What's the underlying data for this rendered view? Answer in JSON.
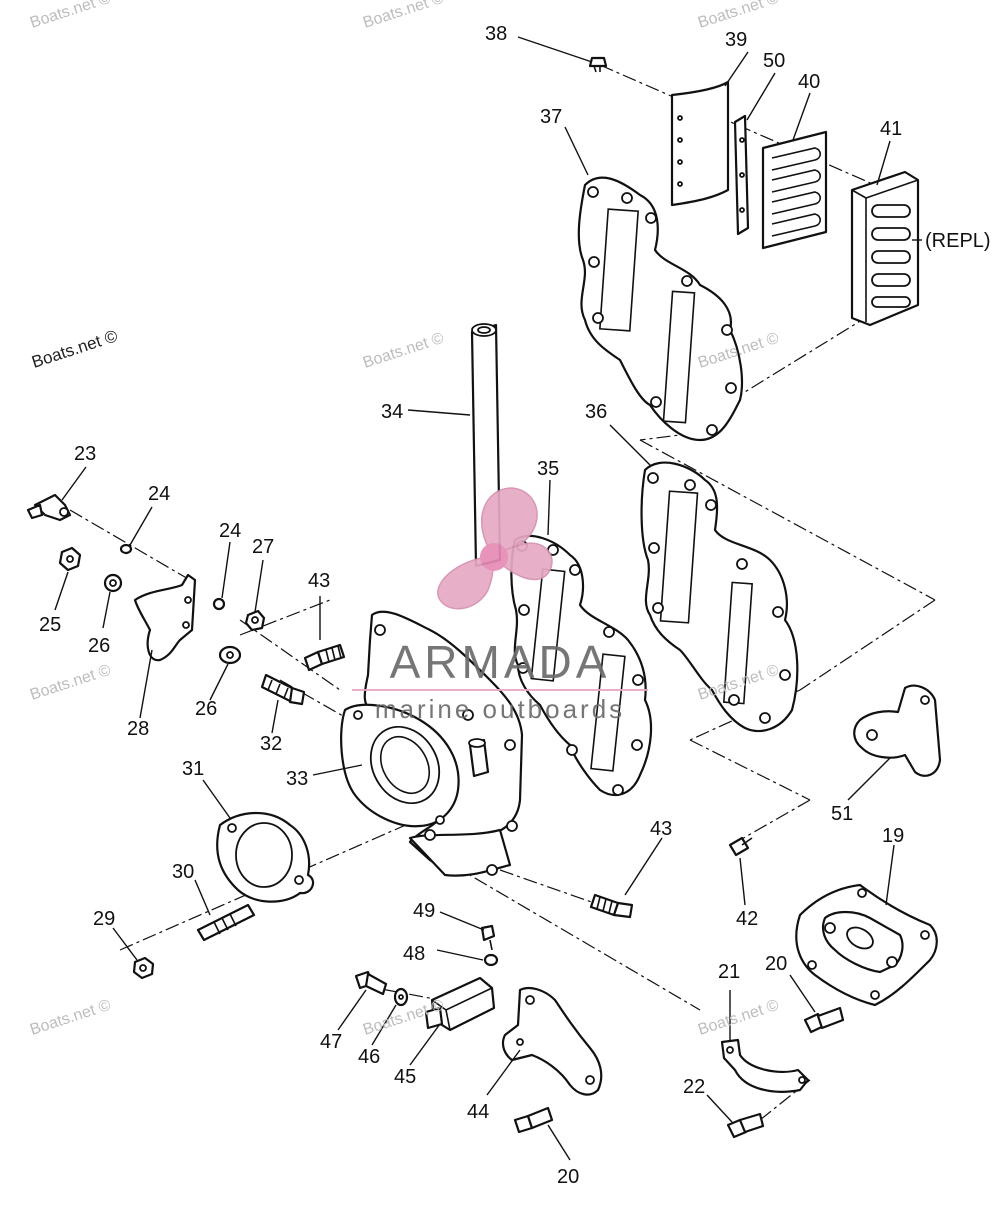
{
  "callouts": {
    "c19": "19",
    "c20a": "20",
    "c20b": "20",
    "c21": "21",
    "c22": "22",
    "c23": "23",
    "c24a": "24",
    "c24b": "24",
    "c25": "25",
    "c26a": "26",
    "c26b": "26",
    "c27": "27",
    "c28": "28",
    "c29": "29",
    "c30": "30",
    "c31": "31",
    "c32": "32",
    "c33": "33",
    "c34": "34",
    "c35": "35",
    "c36": "36",
    "c37": "37",
    "c38": "38",
    "c39": "39",
    "c40": "40",
    "c41": "41",
    "c42": "42",
    "c43a": "43",
    "c43b": "43",
    "c44": "44",
    "c45": "45",
    "c46": "46",
    "c47": "47",
    "c48": "48",
    "c49": "49",
    "c50": "50",
    "c51": "51"
  },
  "note_repl": "(REPL)",
  "watermarks": {
    "site": "Boats.net ©",
    "site_dark": "Boats.net ©",
    "brand_name": "ARMADA",
    "brand_tagline": "marine outboards"
  },
  "colors": {
    "line": "#111111",
    "brand_pink": "#e7a9c4",
    "brand_text": "#6b6b6b",
    "watermark": "#bdbdbd"
  }
}
